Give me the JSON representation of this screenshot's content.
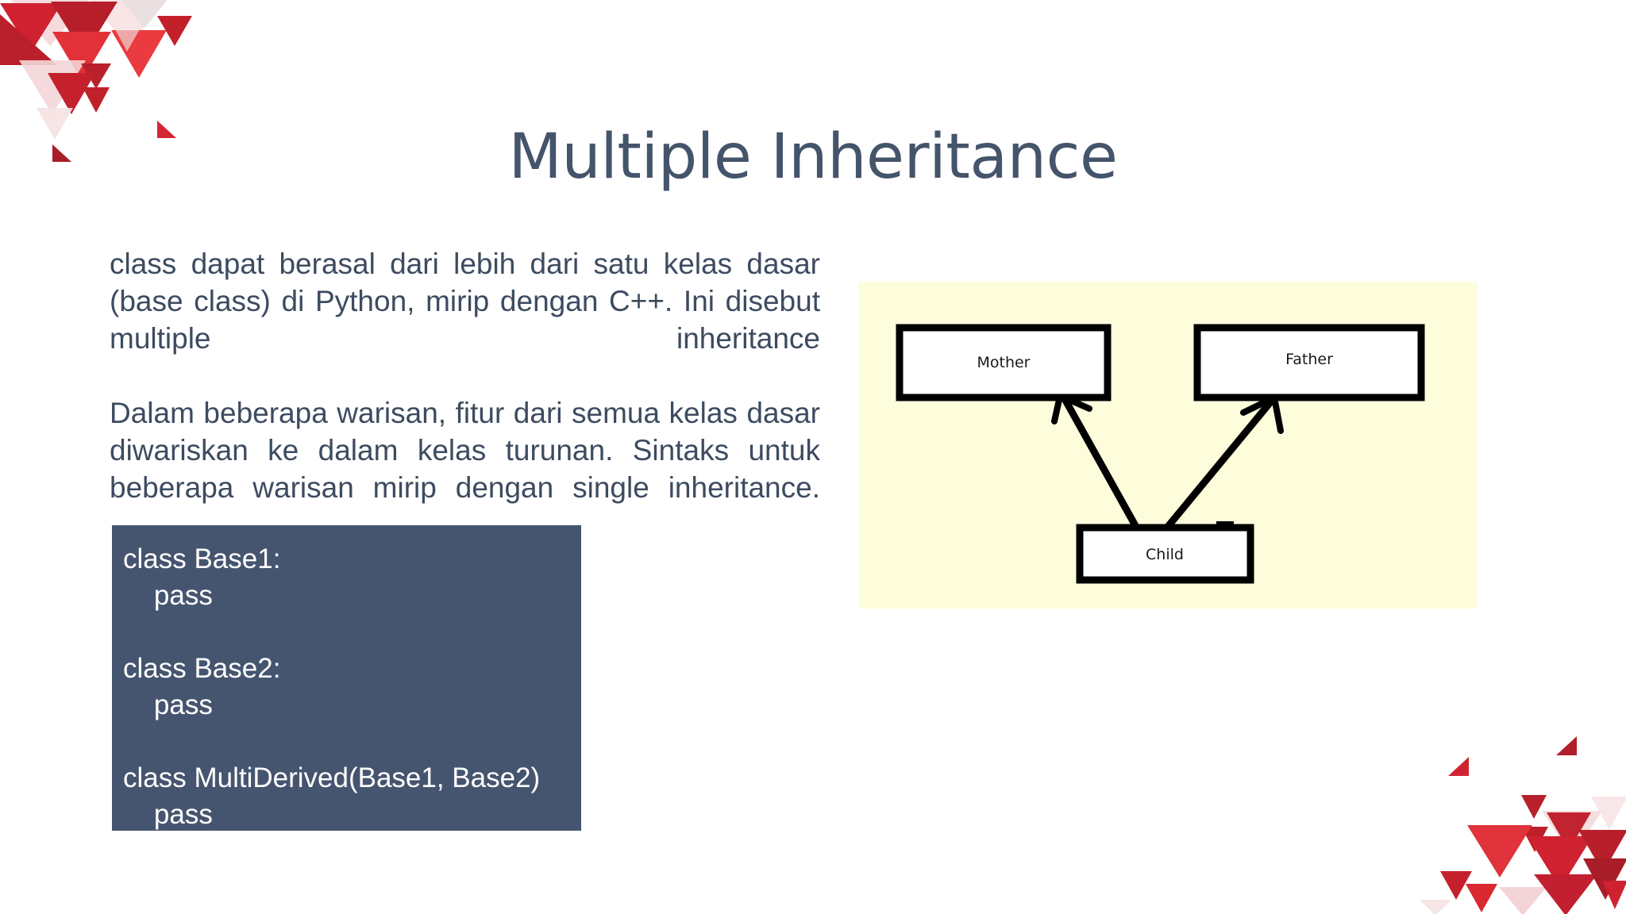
{
  "slide": {
    "title": "Multiple Inheritance",
    "title_color": "#44546a",
    "background_color": "#ffffff"
  },
  "body": {
    "paragraphs": [
      "class dapat berasal dari lebih dari satu kelas dasar (base class) di Python, mirip dengan C++. Ini disebut multiple inheritance",
      "Dalam beberapa warisan, fitur dari semua kelas dasar diwariskan ke dalam kelas turunan. Sintaks untuk beberapa warisan mirip dengan single inheritance."
    ],
    "text_color": "#3d4b60"
  },
  "code": {
    "background_color": "#46556f",
    "text_color": "#ffffff",
    "lines": [
      "class Base1:",
      "    pass",
      "",
      "class Base2:",
      "    pass",
      "",
      "class MultiDerived(Base1, Base2)",
      "    pass"
    ],
    "listing": "class Base1:\n    pass\n\nclass Base2:\n    pass\n\nclass MultiDerived(Base1, Base2)\n    pass"
  },
  "diagram": {
    "panel_background": "#fdfddc",
    "node_fill": "#ffffff",
    "node_border": "#000000",
    "nodes": [
      {
        "id": "mother",
        "label": "Mother"
      },
      {
        "id": "father",
        "label": "Father"
      },
      {
        "id": "child",
        "label": "Child"
      }
    ],
    "edges": [
      {
        "from": "child",
        "to": "mother"
      },
      {
        "from": "child",
        "to": "father"
      }
    ]
  },
  "decoration": {
    "primary_color": "#d32231",
    "secondary_color": "#b4202c",
    "light_color": "#f2c9cc",
    "top_left_name": "triangle-cluster-top-left",
    "bottom_right_name": "triangle-cluster-bottom-right"
  }
}
